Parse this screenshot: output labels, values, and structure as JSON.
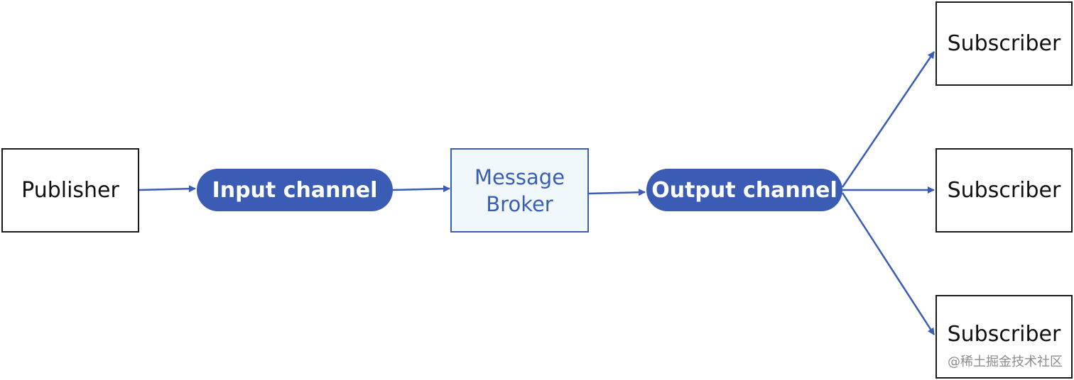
{
  "nodes": {
    "publisher": "Publisher",
    "input_channel": "Input channel",
    "broker_line1": "Message",
    "broker_line2": "Broker",
    "output_channel": "Output channel",
    "subscriber_1": "Subscriber",
    "subscriber_2": "Subscriber",
    "subscriber_3": "Subscriber"
  },
  "watermark": "@稀土掘金技术社区",
  "colors": {
    "accent": "#3a5cb4",
    "broker_fill": "#f1f8fb",
    "box_border": "#1a1a1a"
  }
}
